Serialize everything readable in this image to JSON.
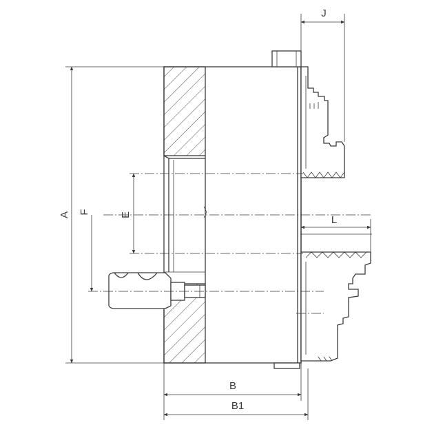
{
  "dimensions": {
    "A": "A",
    "F": "F",
    "E": "E",
    "J": "J",
    "L": "L",
    "B": "B",
    "B1": "B1"
  }
}
